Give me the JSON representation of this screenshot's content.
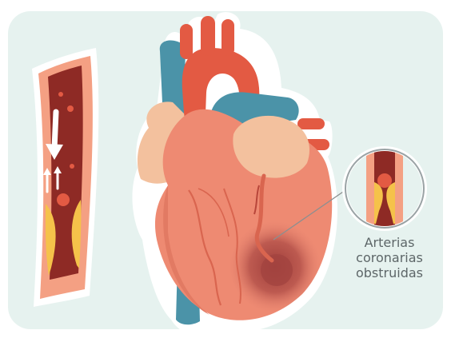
{
  "illustration": {
    "subject": "heart-with-blocked-coronary-artery",
    "callout_label": [
      "Arterias",
      "coronarias",
      "obstruidas"
    ],
    "colors": {
      "background": "#e6f2ef",
      "heart": "#ee8a72",
      "heart_dark": "#d9654f",
      "aorta": "#e35a43",
      "vein": "#4b93a8",
      "fat": "#f3c19e",
      "artery_wall": "#f4a083",
      "artery_lumen": "#8e2a25",
      "plaque": "#f5c24a",
      "infarct": "#b4504a",
      "label_text": "#5d6668"
    }
  }
}
